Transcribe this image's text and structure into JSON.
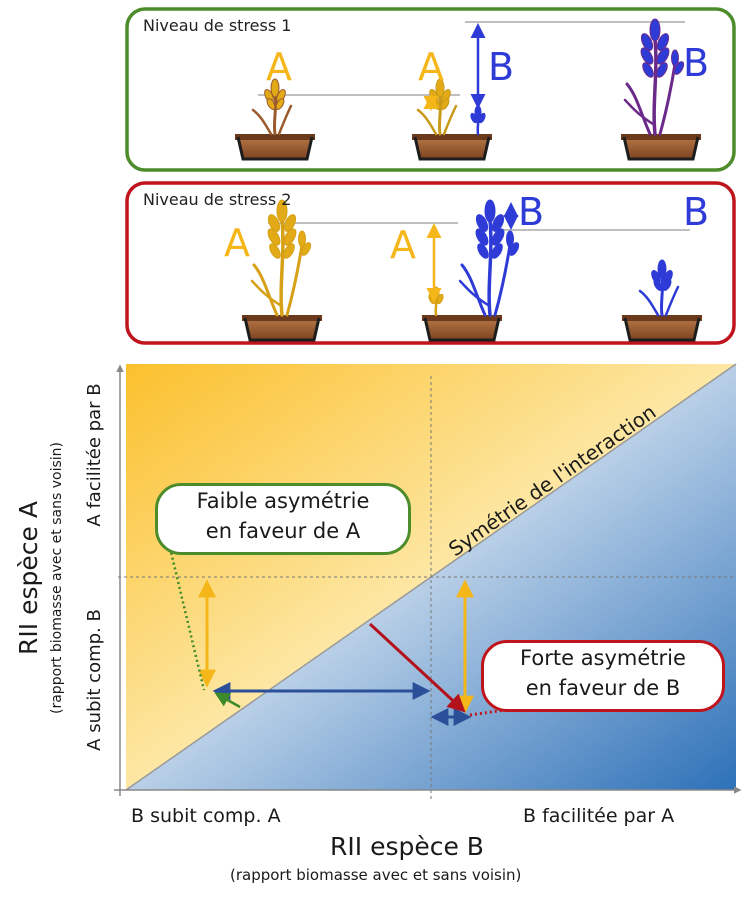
{
  "panel1": {
    "label": "Niveau de stress 1",
    "letter_a": "A",
    "letter_b": "B"
  },
  "panel2": {
    "label": "Niveau de stress 2",
    "letter_a": "A",
    "letter_b": "B"
  },
  "plot": {
    "ylabel_main": "RII  espèce A",
    "ylabel_sub": "(rapport biomasse avec et sans voisin)",
    "ylabel_low": "A subit comp. B",
    "ylabel_high": "A facilitée par B",
    "xlabel_main": "RII  espèce B",
    "xlabel_sub": "(rapport biomasse avec et sans voisin)",
    "xlabel_low": "B subit comp. A",
    "xlabel_high": "B facilitée par A",
    "diagonal_label": "Symétrie de l'interaction",
    "bubble_weak": "Faible asymétrie\nen faveur de A",
    "bubble_strong": "Forte asymétrie\nen faveur de B"
  },
  "colors": {
    "speciesA": "#f4b619",
    "speciesB": "#2e3bd6",
    "panel1_border": "#4d8c2a",
    "panel2_border": "#c0141c",
    "pot": "#a0602e",
    "blue_arrow": "#2c4f9a",
    "red_arrow": "#b3121c",
    "green_arrow": "#3c8a2a"
  }
}
